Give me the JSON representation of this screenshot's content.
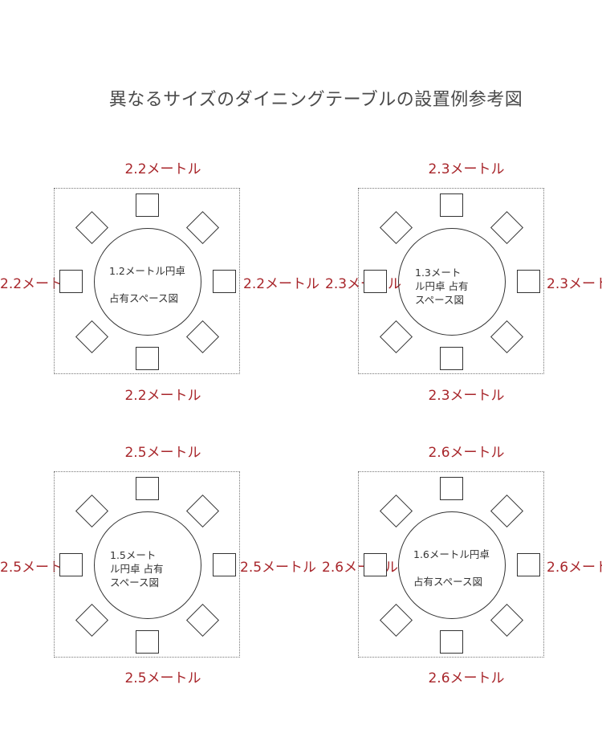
{
  "title": "異なるサイズのダイニングテーブルの設置例参考図",
  "layouts": [
    {
      "dimension": "2.2メートル",
      "table_label": "1.2メートル円卓\n\n占有スペース図"
    },
    {
      "dimension": "2.3メートル",
      "table_label": "1.3メート\nル円卓 占有\nスペース図"
    },
    {
      "dimension": "2.5メートル",
      "table_label": "1.5メート\nル円卓 占有\nスペース図"
    },
    {
      "dimension": "2.6メートル",
      "table_label": "1.6メートル円卓\n\n占有スペース図"
    }
  ],
  "colors": {
    "dimension_text": "#a8262b",
    "title_text": "#4a4a4a",
    "outline": "#333333"
  }
}
